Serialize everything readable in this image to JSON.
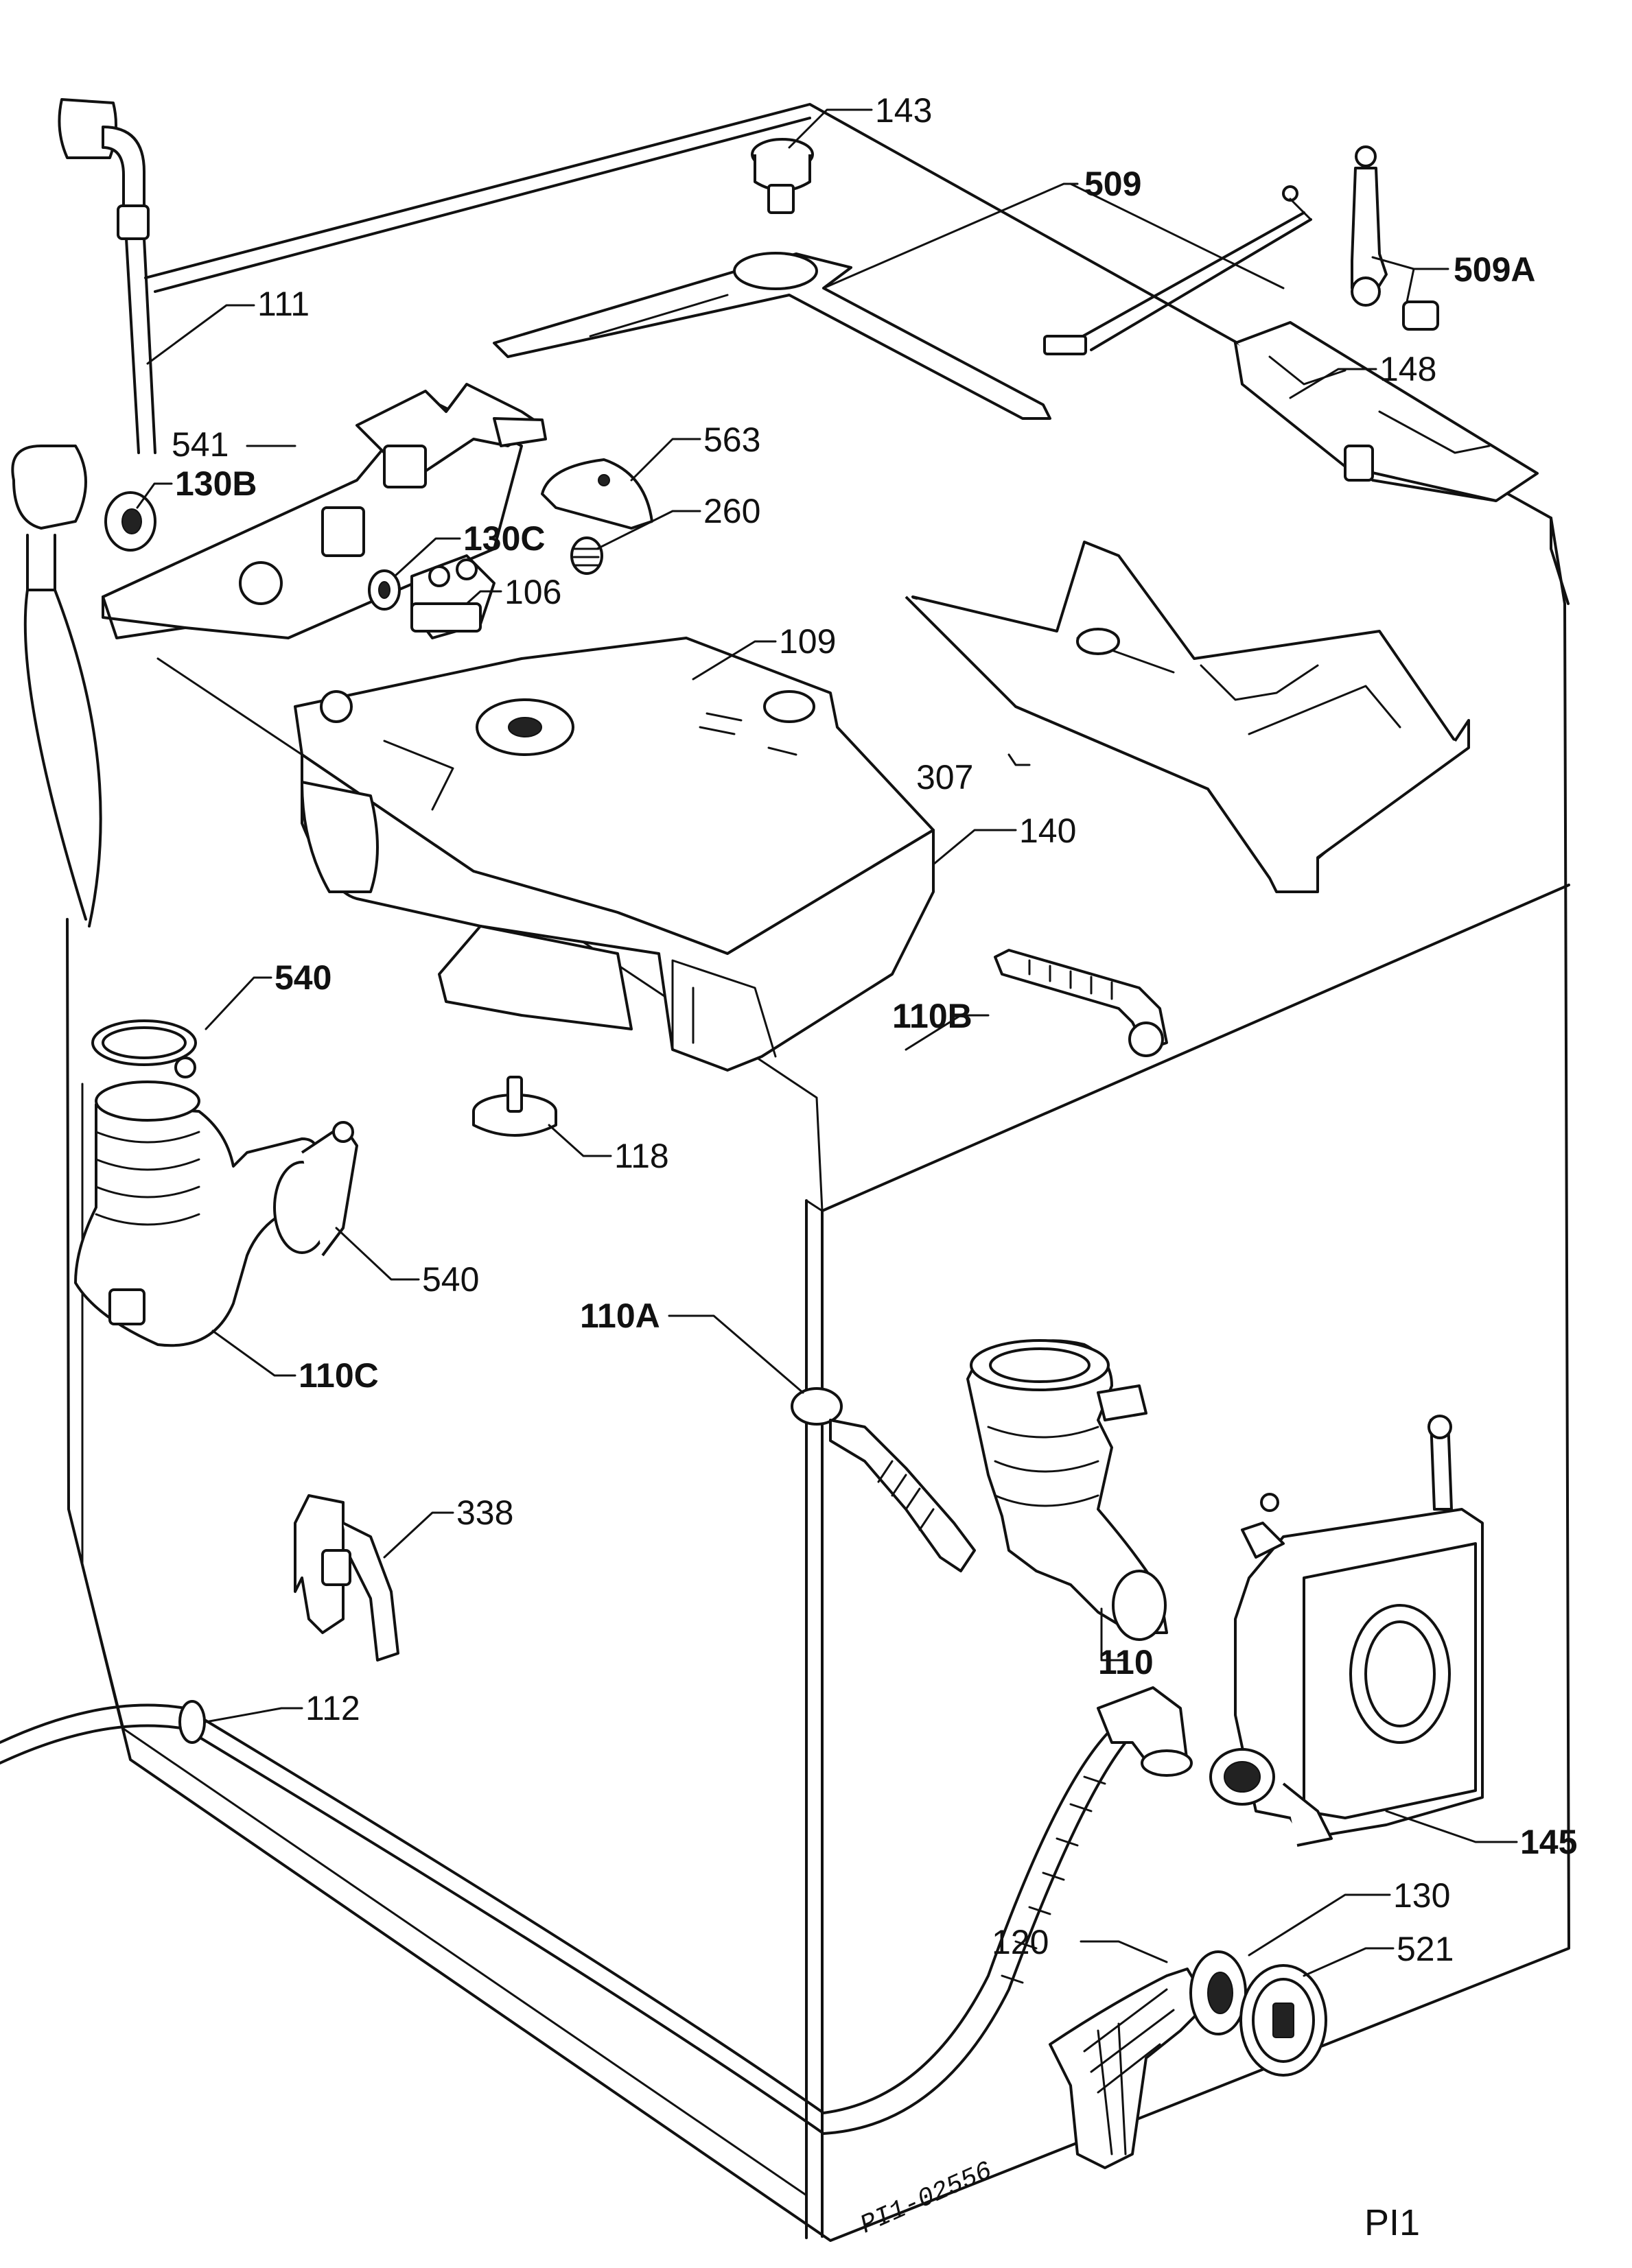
{
  "callouts": {
    "c143": "143",
    "c509": "509",
    "c509a": "509A",
    "c111": "111",
    "c148": "148",
    "c541": "541",
    "c130b": "130B",
    "c563": "563",
    "c260": "260",
    "c130c": "130C",
    "c106": "106",
    "c109": "109",
    "c307": "307",
    "c140": "140",
    "c540_top": "540",
    "c110b": "110B",
    "c118": "118",
    "c540_mid": "540",
    "c110c": "110C",
    "c110a": "110A",
    "c338": "338",
    "c110": "110",
    "c112": "112",
    "c145": "145",
    "c130": "130",
    "c120": "120",
    "c521": "521"
  },
  "drawing_code": "PI1-02556",
  "sheet_label": "PI1"
}
